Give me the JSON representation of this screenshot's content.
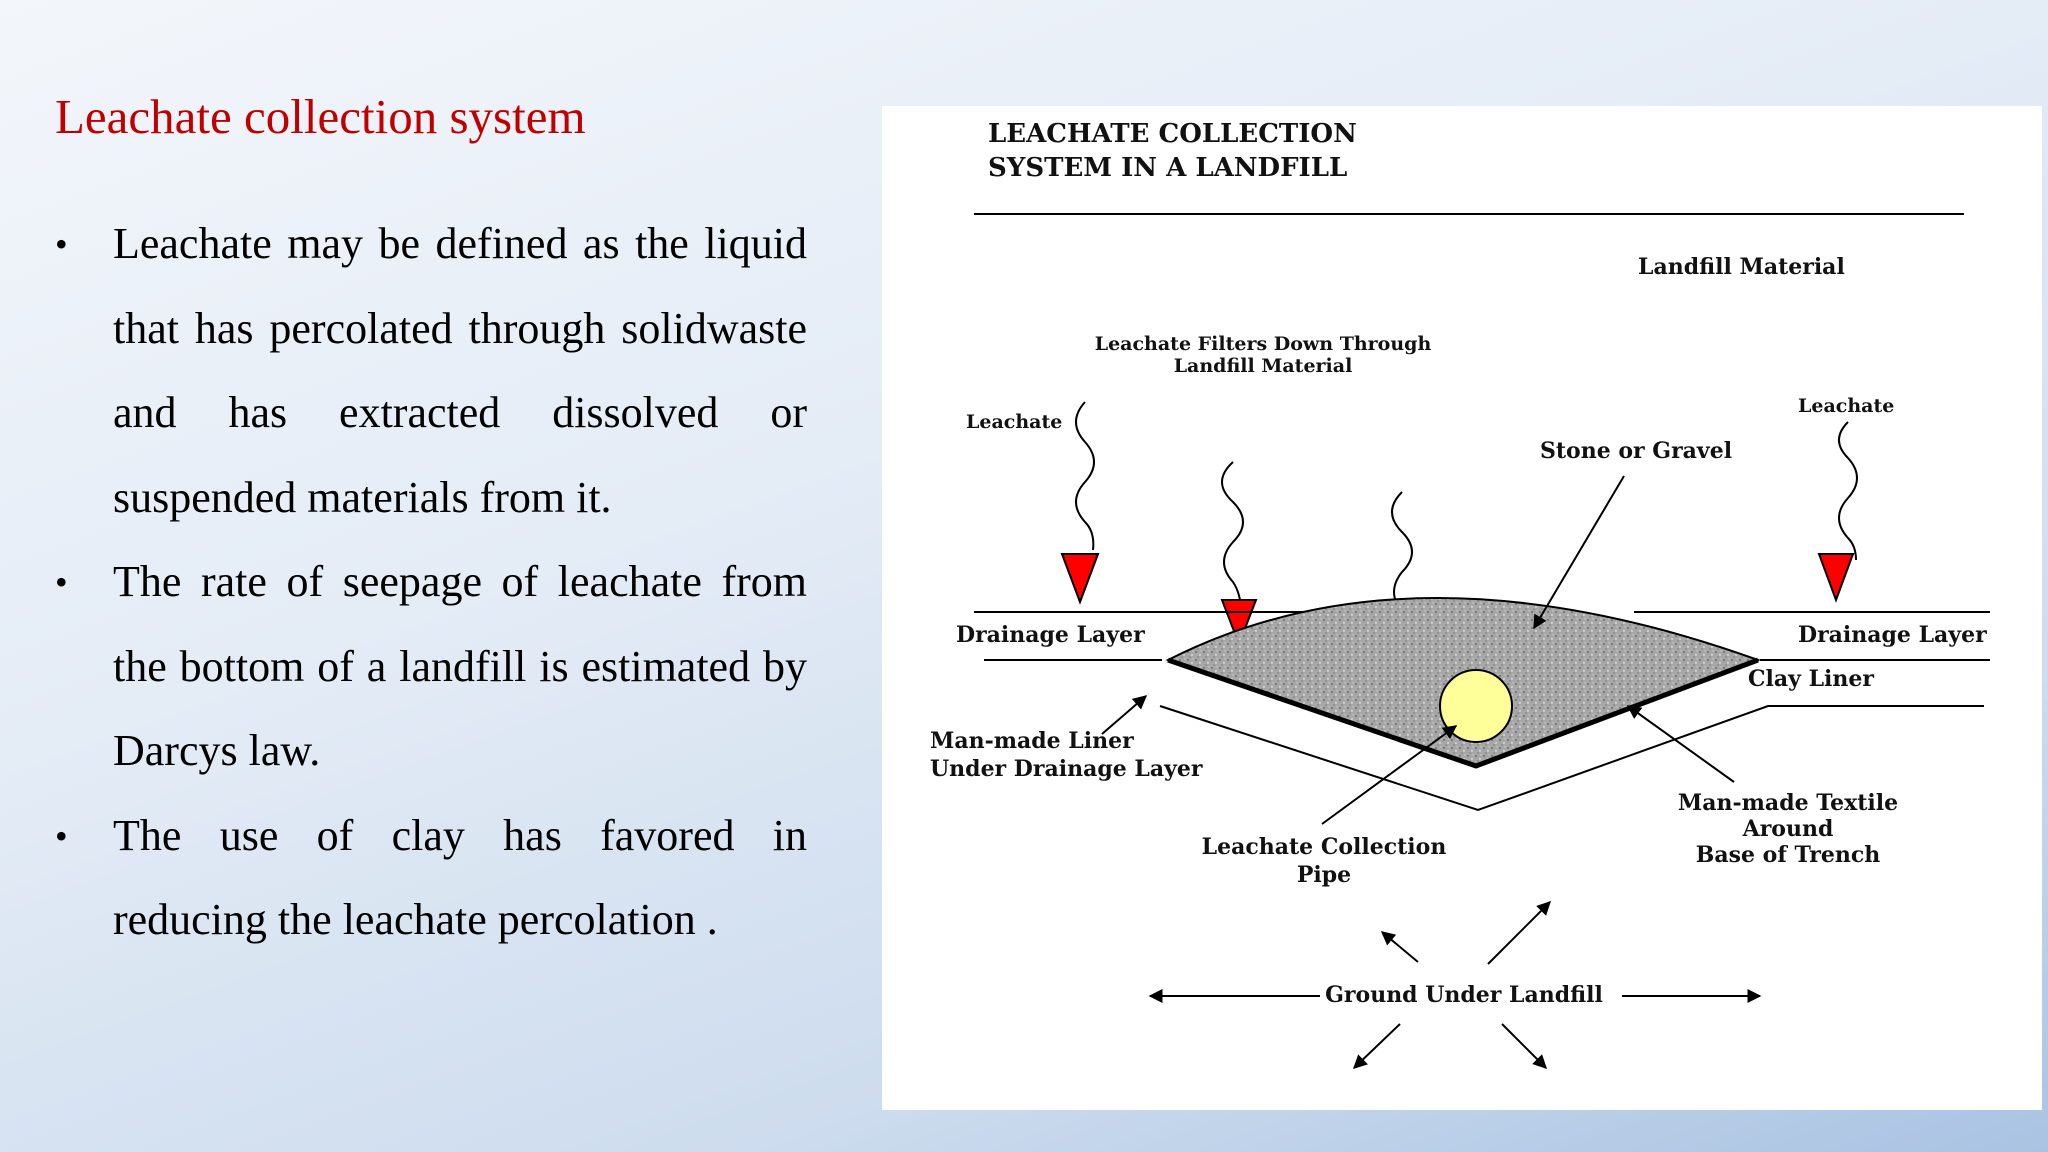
{
  "slide": {
    "title": "Leachate collection system",
    "bullets": [
      "Leachate may be defined as the liquid that has percolated through solidwaste and has extracted dissolved or suspended materials from it.",
      "The rate of seepage of leachate from the bottom of a landfill is estimated by Darcys law.",
      "The use of clay has favored in reducing the leachate percolation ."
    ],
    "bullet_symbol": "•"
  },
  "diagram": {
    "title_line1": "LEACHATE COLLECTION",
    "title_line2": "SYSTEM IN A LANDFILL",
    "labels": {
      "landfill_material": "Landfill Material",
      "filters_line1": "Leachate Filters Down Through",
      "filters_line2": "Landfill Material",
      "leachate_left": "Leachate",
      "leachate_right": "Leachate",
      "stone_gravel": "Stone or Gravel",
      "drainage_left": "Drainage Layer",
      "drainage_right": "Drainage Layer",
      "clay_liner": "Clay Liner",
      "manmade_liner_line1": "Man-made Liner",
      "manmade_liner_line2": "Under Drainage Layer",
      "pipe_line1": "Leachate Collection",
      "pipe_line2": "Pipe",
      "textile_line1": "Man-made Textile",
      "textile_line2": "Around",
      "textile_line3": "Base of Trench",
      "ground": "Ground Under Landfill"
    },
    "colors": {
      "arrow_red": "#ff0000",
      "gravel": "#a9a9a9",
      "pipe": "#ffff99"
    }
  }
}
